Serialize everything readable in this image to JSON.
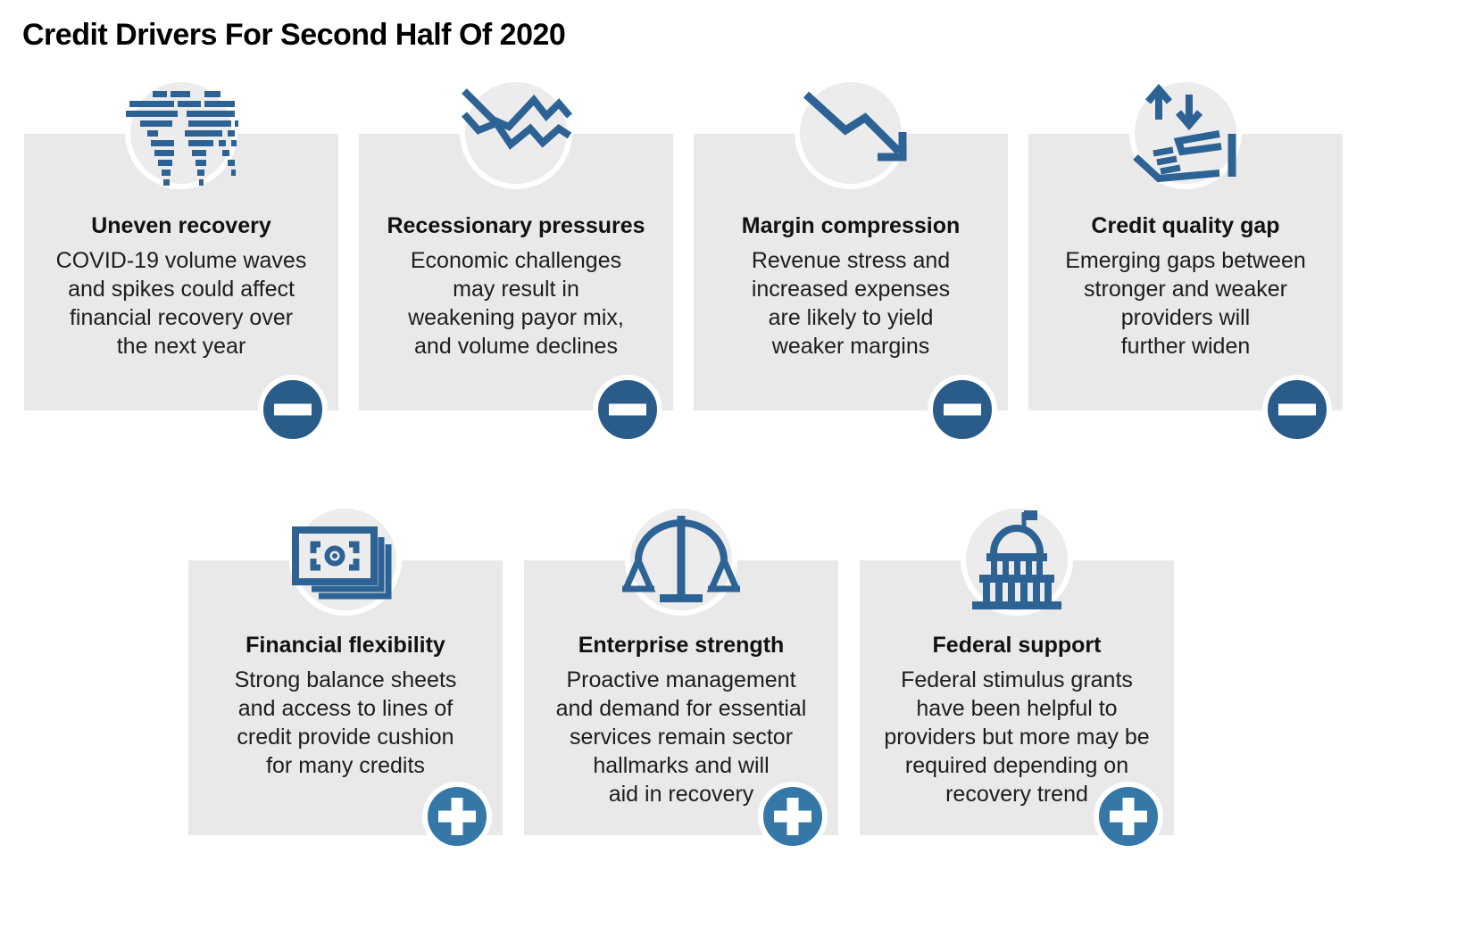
{
  "page": {
    "title": "Credit Drivers For Second Half Of 2020"
  },
  "colors": {
    "icon_blue": "#2d6294",
    "minus_badge": "#2a5c8a",
    "plus_badge": "#3578a8",
    "card_background": "#e9e9e9",
    "icon_circle_background": "#ececec"
  },
  "cards": [
    {
      "icon": "world-map-icon",
      "badge": "minus",
      "title": "Uneven recovery",
      "body": "COVID-19 volume waves\nand spikes could affect\nfinancial recovery over\nthe next year"
    },
    {
      "icon": "declining-lines-icon",
      "badge": "minus",
      "title": "Recessionary pressures",
      "body": "Economic challenges\nmay result in\nweakening payor mix,\nand volume declines"
    },
    {
      "icon": "declining-arrow-icon",
      "badge": "minus",
      "title": "Margin compression",
      "body": "Revenue stress and\nincreased expenses\nare likely to yield\nweaker margins"
    },
    {
      "icon": "hand-arrows-icon",
      "badge": "minus",
      "title": "Credit quality gap",
      "body": "Emerging gaps between\nstronger and weaker\nproviders will\nfurther widen"
    },
    {
      "icon": "banknotes-icon",
      "badge": "plus",
      "title": "Financial flexibility",
      "body": "Strong balance sheets\nand access to lines of\ncredit provide cushion\nfor many credits"
    },
    {
      "icon": "balance-scale-icon",
      "badge": "plus",
      "title": "Enterprise strength",
      "body": "Proactive management\nand demand for essential\nservices remain sector\nhallmarks and will\naid in recovery"
    },
    {
      "icon": "capitol-building-icon",
      "badge": "plus",
      "title": "Federal support",
      "body": "Federal stimulus grants\nhave been helpful to\nproviders but more may be\nrequired depending on\nrecovery trend"
    }
  ]
}
